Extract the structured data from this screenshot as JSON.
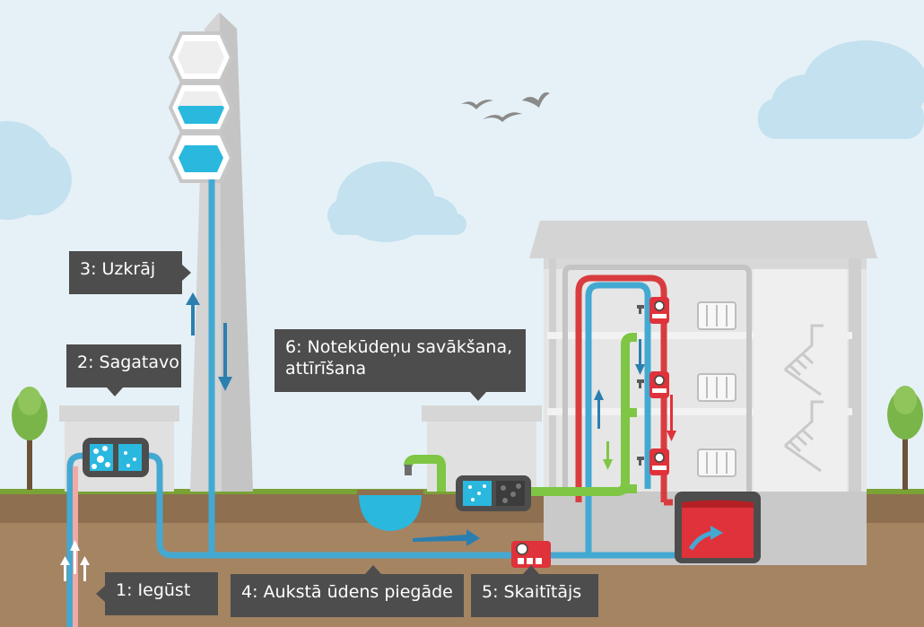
{
  "labels": {
    "extract": "1: Iegūst",
    "treat": "2:  Sagatavo",
    "store": "3: Uzkrāj",
    "supply": "4: Aukstā ūdens piegāde",
    "meter": "5: Skaitītājs",
    "wastewater_line1": "6:  Notekūdeņu savākšana,",
    "wastewater_line2": "attīrīšana"
  },
  "colors": {
    "sky": "#e6f1f7",
    "cloud": "#c3e1ee",
    "ground": "#a58462",
    "grass": "#7aa235",
    "building": "#d4d4d4",
    "clean_water_pipe": "#43a9d2",
    "water_fill": "#2ab8df",
    "hot_water_pipe": "#d93c3f",
    "wastewater_pipe": "#7ec644",
    "meter": "#e0323a",
    "label_bg": "#4d4d4d"
  }
}
